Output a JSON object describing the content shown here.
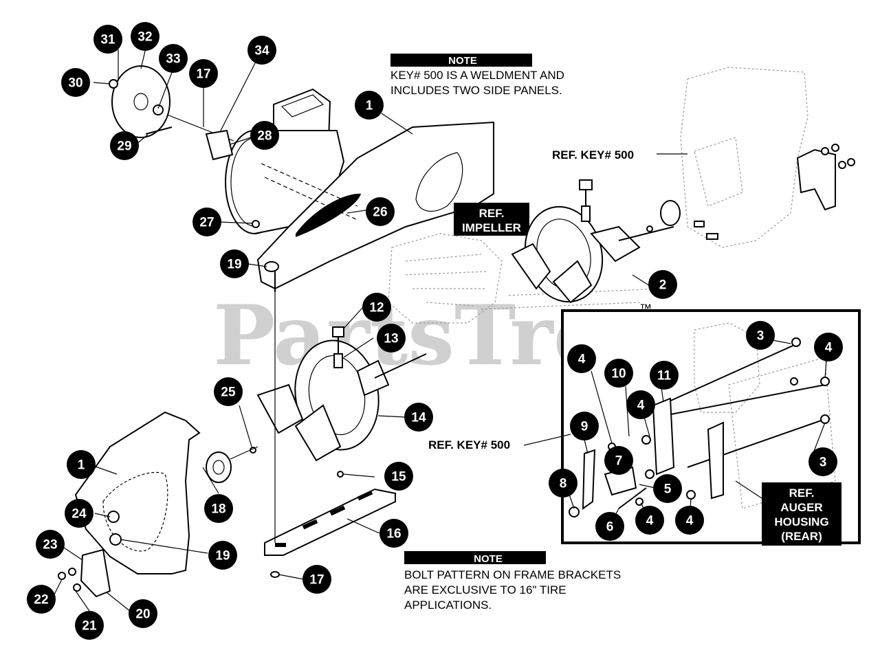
{
  "watermark": "PartsTree",
  "watermark_tm": "™",
  "note_top": {
    "header": "NOTE",
    "line1": "KEY# 500 IS A WELDMENT AND",
    "line2": "INCLUDES TWO SIDE PANELS."
  },
  "note_bottom": {
    "header": "NOTE",
    "line1": "BOLT PATTERN ON FRAME BRACKETS",
    "line2": "ARE EXCLUSIVE TO 16\" TIRE",
    "line3": "APPLICATIONS."
  },
  "ref_labels": {
    "ref_key_top": "REF. KEY# 500",
    "ref_key_inset": "REF. KEY# 500",
    "ref_impeller_1": "REF.",
    "ref_impeller_2": "IMPELLER",
    "ref_auger_1": "REF.",
    "ref_auger_2": "AUGER",
    "ref_auger_3": "HOUSING",
    "ref_auger_4": "(REAR)"
  },
  "callouts": {
    "c31": "31",
    "c32": "32",
    "c33": "33",
    "c30": "30",
    "c34": "34",
    "c17a": "17",
    "c29": "29",
    "c28": "28",
    "c1a": "1",
    "c26": "26",
    "c27": "27",
    "c19a": "19",
    "c2": "2",
    "c12": "12",
    "c13": "13",
    "c14": "14",
    "c25": "25",
    "c15": "15",
    "c1b": "1",
    "c18": "18",
    "c24": "24",
    "c19b": "19",
    "c23": "23",
    "c16": "16",
    "c17b": "17",
    "c22": "22",
    "c21": "21",
    "c20": "20",
    "c3a": "3",
    "c4a": "4",
    "c4b": "4",
    "c10": "10",
    "c11": "11",
    "c4c": "4",
    "c9": "9",
    "c7": "7",
    "c3b": "3",
    "c8": "8",
    "c5": "5",
    "c6": "6",
    "c4d": "4",
    "c4e": "4"
  }
}
